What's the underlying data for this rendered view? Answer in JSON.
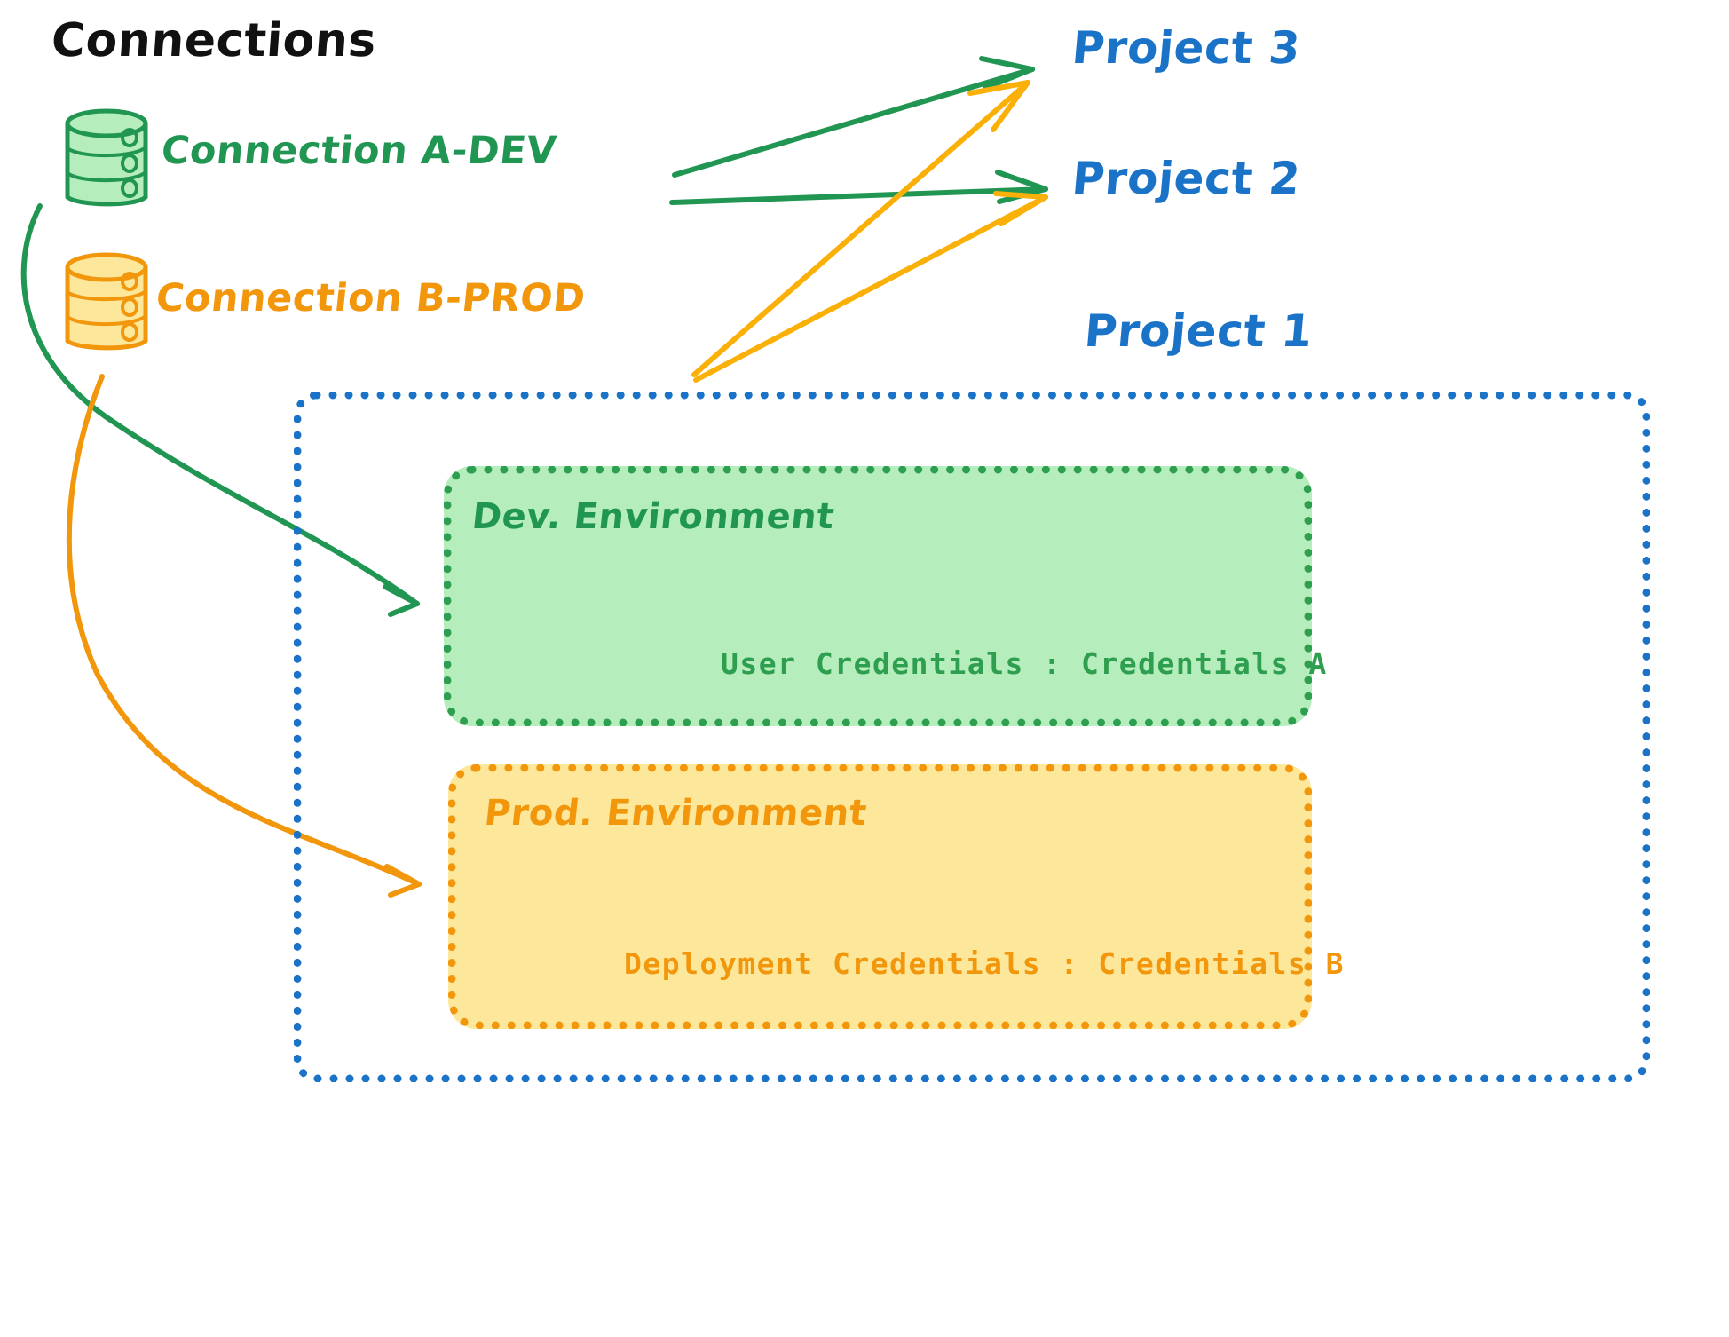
{
  "title": "Connections",
  "colors": {
    "green": "#219653",
    "green_dark": "#2E9E4F",
    "green_fill": "#B6EDBC",
    "orange": "#F2960C",
    "orange_fill": "#FCE79A",
    "blue": "#1A73C7",
    "black": "#111111",
    "background": "#FFFFFF"
  },
  "connections": [
    {
      "id": "a-dev",
      "label": "Connection A-DEV",
      "icon": "database-cylinder-icon",
      "color": "#219653"
    },
    {
      "id": "b-prod",
      "label": "Connection B-PROD",
      "icon": "database-cylinder-icon",
      "color": "#F2960C"
    }
  ],
  "projects": [
    {
      "id": "project-3",
      "label": "Project 3"
    },
    {
      "id": "project-2",
      "label": "Project 2"
    },
    {
      "id": "project-1",
      "label": "Project 1"
    }
  ],
  "project1": {
    "label": "Project 1",
    "environments": [
      {
        "id": "dev",
        "title": "Dev. Environment",
        "credential_label": "User Credentials",
        "credential_separator": ":",
        "credential_value": "Credentials A",
        "credential_line": "User Credentials : Credentials A",
        "color": "#2E9E4F",
        "fill": "#B6EDBC"
      },
      {
        "id": "prod",
        "title": "Prod. Environment",
        "credential_label": "Deployment Credentials",
        "credential_separator": ":",
        "credential_value": "Credentials B",
        "credential_line": "Deployment Credentials : Credentials B",
        "color": "#F2960C",
        "fill": "#FCE79A"
      }
    ]
  },
  "edges": [
    {
      "id": "a-dev-to-project-3",
      "from": "a-dev",
      "to": "project-3",
      "color": "#219653"
    },
    {
      "id": "a-dev-to-project-2",
      "from": "a-dev",
      "to": "project-2",
      "color": "#219653"
    },
    {
      "id": "a-dev-to-dev-env",
      "from": "a-dev",
      "to": "dev",
      "color": "#219653"
    },
    {
      "id": "b-prod-to-project-3",
      "from": "b-prod",
      "to": "project-3",
      "color": "#F2A60C"
    },
    {
      "id": "b-prod-to-project-2",
      "from": "b-prod",
      "to": "project-2",
      "color": "#F2A60C"
    },
    {
      "id": "b-prod-to-prod-env",
      "from": "b-prod",
      "to": "prod",
      "color": "#F2960C"
    }
  ]
}
